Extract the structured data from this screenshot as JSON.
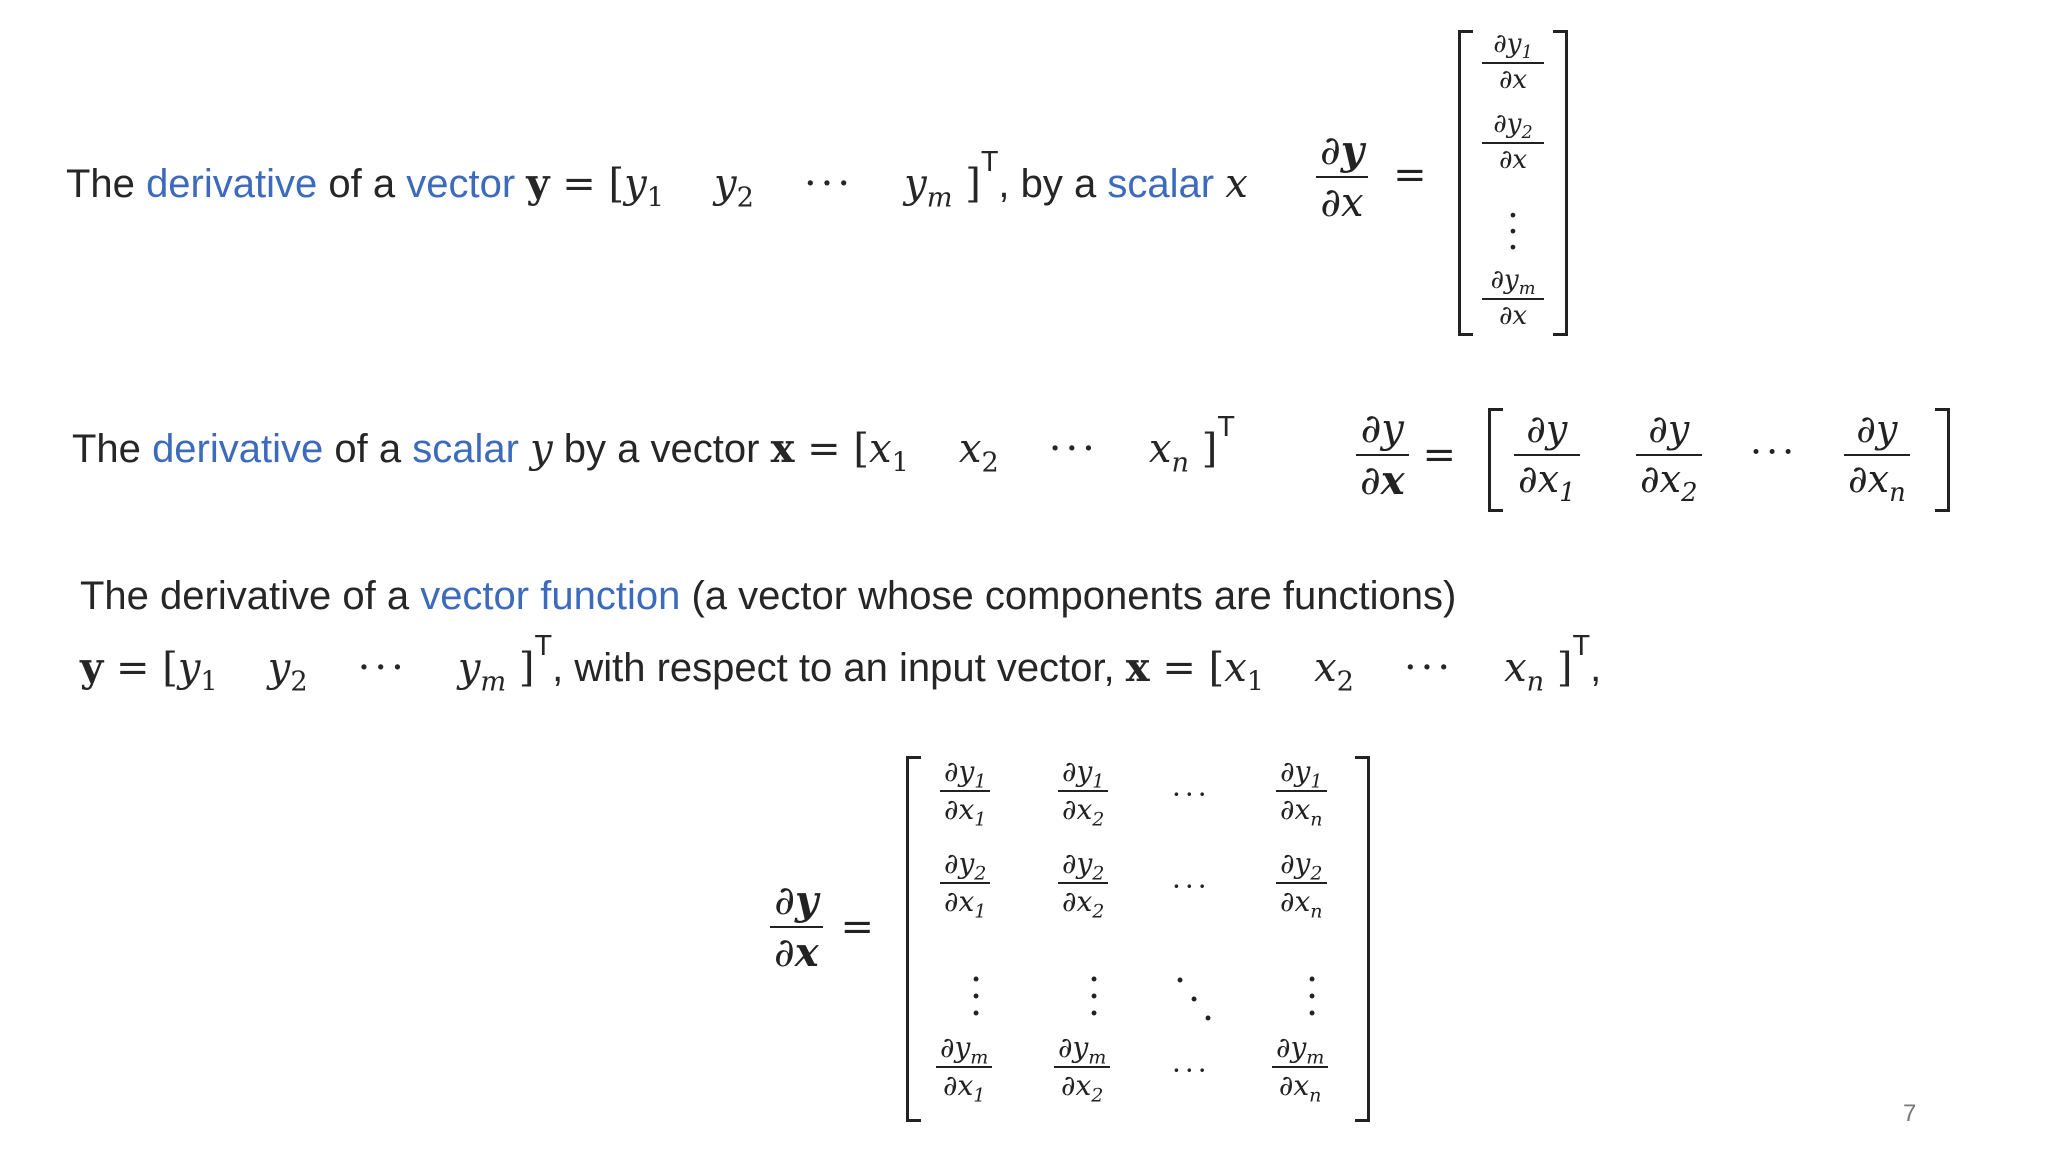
{
  "row1": {
    "text_the": "The",
    "text_derivative": "derivative",
    "text_ofa": "of a",
    "text_vector": "vector",
    "text_by_a": ", by a",
    "text_scalar": "scalar"
  },
  "row2": {
    "text_the": "The",
    "text_derivative": "derivative",
    "text_ofa": "of a",
    "text_scalar": "scalar",
    "text_by_vector": "by a vector"
  },
  "row3": {
    "text_the_derivative": "The derivative of a",
    "text_vector_function": "vector function",
    "text_paren": "(a vector whose components are functions)",
    "text_wrt": ", with respect to an input vector,",
    "text_comma": ","
  },
  "page_number": "7",
  "colors": {
    "accent": "#3c6bbd",
    "text": "#262626"
  }
}
